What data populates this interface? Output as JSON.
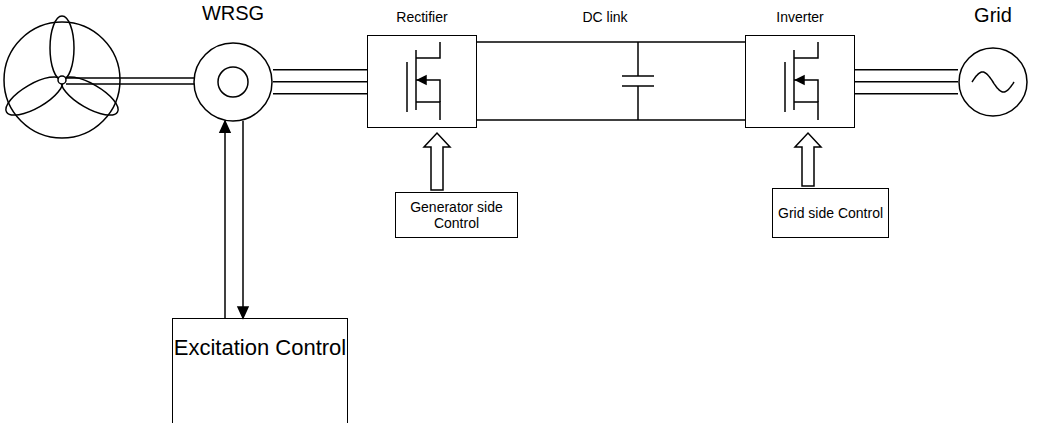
{
  "diagram": {
    "nodes": [
      {
        "text": [
          "WRSG"
        ]
      },
      {
        "text": [
          "Rectifier"
        ]
      },
      {
        "text": [
          "Inverter"
        ]
      },
      {
        "text": [
          "Grid"
        ]
      },
      {
        "text": [
          "Generator side Control"
        ]
      },
      {
        "text": [
          "Grid side Control"
        ]
      },
      {
        "text": [
          "Excitation Control"
        ]
      }
    ],
    "edges": [
      {
        "from": 0,
        "to": 1,
        "arrow": "none"
      },
      {
        "from": 1,
        "to": 2,
        "arrow": "none"
      },
      {
        "from": 2,
        "to": 3,
        "arrow": "none"
      },
      {
        "from": 4,
        "to": 1,
        "arrow": "to"
      },
      {
        "from": 5,
        "to": 2,
        "arrow": "to"
      },
      {
        "from": 6,
        "to": 0,
        "arrow": "to"
      },
      {
        "from": 0,
        "to": 6,
        "arrow": "to"
      }
    ],
    "labels": [
      "DC link"
    ]
  }
}
